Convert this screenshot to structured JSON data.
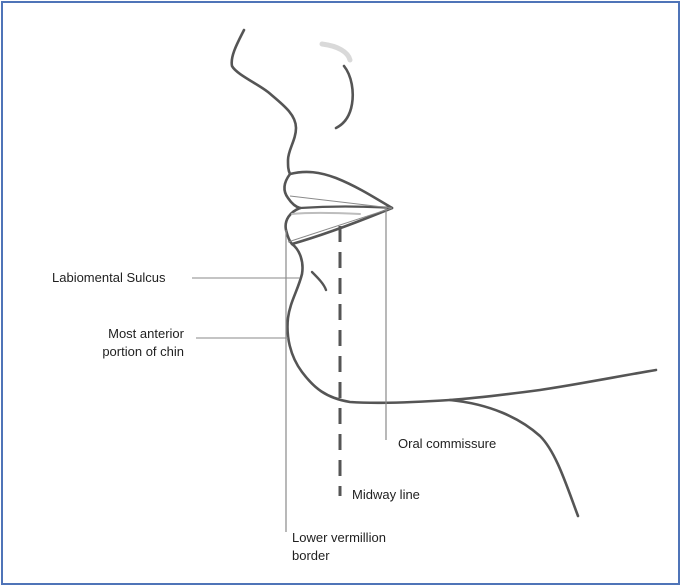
{
  "labels": {
    "labiomental_sulcus": "Labiomental  Sulcus",
    "chin_line1": "Most anterior",
    "chin_line2": "portion of chin",
    "oral_commissure": "Oral commissure",
    "midway_line": "Midway  line",
    "lower_vermillion_line1": "Lower vermillion",
    "lower_vermillion_line2": "border"
  },
  "colors": {
    "border": "#4f74b8",
    "profile_stroke": "#555555",
    "guide_line": "#8a8a8a",
    "text": "#1f1f1f"
  }
}
